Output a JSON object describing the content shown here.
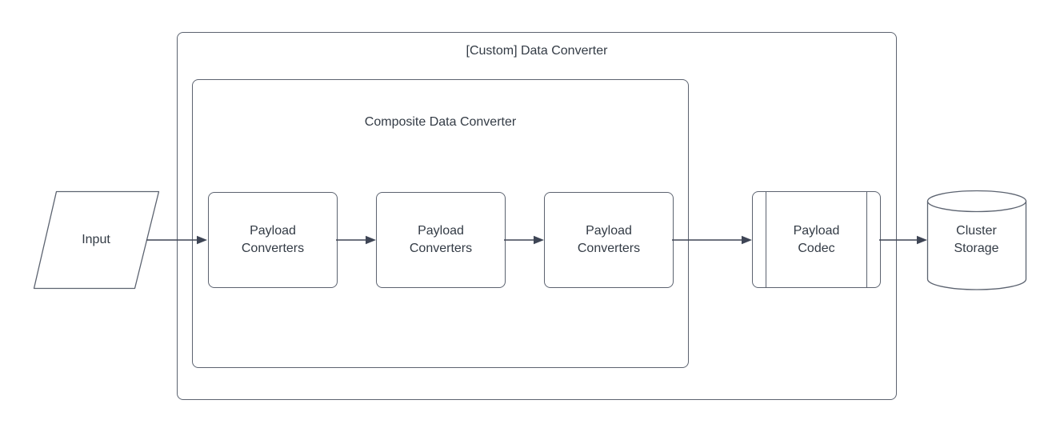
{
  "diagram": {
    "outer_group": {
      "title": "[Custom] Data Converter"
    },
    "inner_group": {
      "title": "Composite Data Converter"
    },
    "nodes": {
      "input": {
        "label": "Input",
        "shape": "parallelogram"
      },
      "payload_converter_1": {
        "label": "Payload Converters",
        "shape": "rounded-rectangle"
      },
      "payload_converter_2": {
        "label": "Payload Converters",
        "shape": "rounded-rectangle"
      },
      "payload_converter_3": {
        "label": "Payload Converters",
        "shape": "rounded-rectangle"
      },
      "payload_codec": {
        "label": "Payload Codec",
        "shape": "predefined-process"
      },
      "cluster_storage": {
        "label": "Cluster Storage",
        "shape": "cylinder"
      }
    },
    "edges": [
      {
        "from": "input",
        "to": "payload_converter_1"
      },
      {
        "from": "payload_converter_1",
        "to": "payload_converter_2"
      },
      {
        "from": "payload_converter_2",
        "to": "payload_converter_3"
      },
      {
        "from": "payload_converter_3",
        "to": "payload_codec"
      },
      {
        "from": "payload_codec",
        "to": "cluster_storage"
      }
    ],
    "colors": {
      "shape_border": "#5c6370",
      "arrow": "#3e4555",
      "text": "#333b45",
      "background": "#ffffff"
    }
  }
}
